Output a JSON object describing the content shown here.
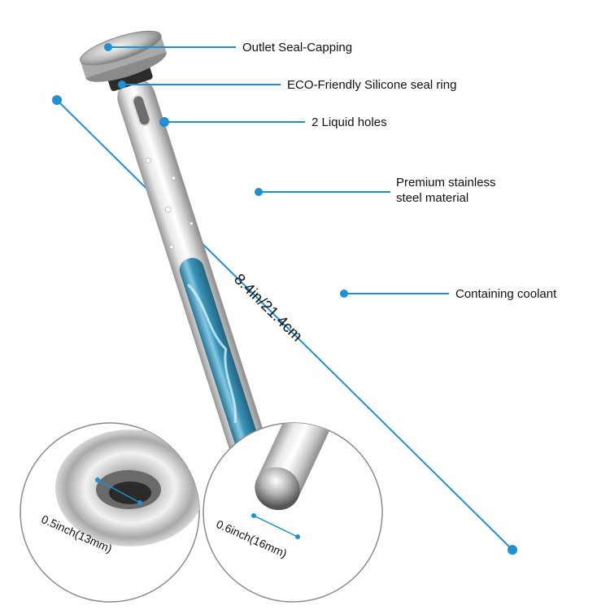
{
  "callouts": {
    "outlet": "Outlet Seal-Capping",
    "seal_ring": "ECO-Friendly Silicone seal ring",
    "holes": "2 Liquid holes",
    "material_line1": "Premium stainless",
    "material_line2": "steel material",
    "coolant": "Containing coolant"
  },
  "dimensions": {
    "length": "8.4in/21.4cm",
    "cap_diameter": "0.5inch(13mm)",
    "tip_diameter": "0.6inch(16mm)"
  },
  "colors": {
    "accent": "#1f8fd6",
    "steel_light": "#eeeeee",
    "steel_dark": "#8a8a8a",
    "coolant": "#4aa3c7"
  }
}
